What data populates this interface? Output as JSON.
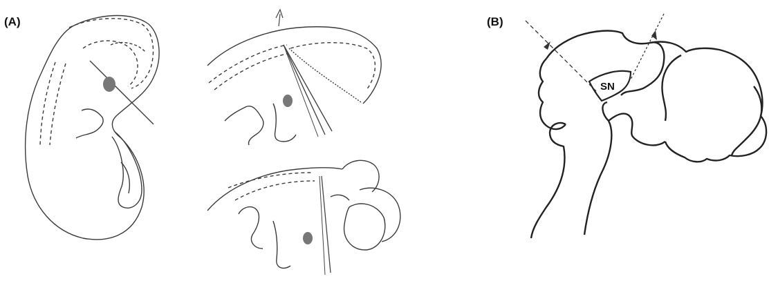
{
  "panels": {
    "a": {
      "label": "(A)"
    },
    "b": {
      "label": "(B)",
      "region_label": "SN"
    }
  },
  "colors": {
    "line": "#3a3a3a",
    "dark_line": "#222222",
    "marker": "#777777",
    "background": "#ffffff"
  }
}
